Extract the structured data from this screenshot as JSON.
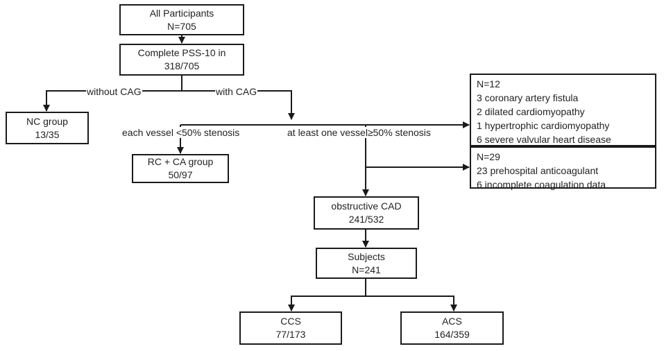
{
  "diagram": {
    "nodes": {
      "all_participants": {
        "line1": "All Participants",
        "line2": "N=705"
      },
      "complete_pss": {
        "line1": "Complete PSS-10 in",
        "line2": "318/705"
      },
      "nc_group": {
        "line1": "NC group",
        "line2": "13/35"
      },
      "rc_ca_group": {
        "line1": "RC + CA group",
        "line2": "50/97"
      },
      "exclusion_12": {
        "lines": [
          "N=12",
          "3 coronary artery fistula",
          "2 dilated cardiomyopathy",
          "1 hypertrophic cardiomyopathy",
          "6 severe valvular heart disease"
        ]
      },
      "exclusion_29": {
        "lines": [
          "N=29",
          "23 prehospital anticoagulant",
          "6 incomplete coagulation data"
        ]
      },
      "obstructive_cad": {
        "line1": "obstructive CAD",
        "line2": "241/532"
      },
      "subjects": {
        "line1": "Subjects",
        "line2": "N=241"
      },
      "ccs": {
        "line1": "CCS",
        "line2": "77/173"
      },
      "acs": {
        "line1": "ACS",
        "line2": "164/359"
      }
    },
    "edge_labels": {
      "without_cag": "without CAG",
      "with_cag": "with CAG",
      "each_vessel": "each vessel <50% stenosis",
      "at_least_one": "at least one vessel≥50% stenosis"
    },
    "colors": {
      "line": "#1a1a1a",
      "box_border": "#1a1a1a",
      "background": "#ffffff"
    }
  }
}
